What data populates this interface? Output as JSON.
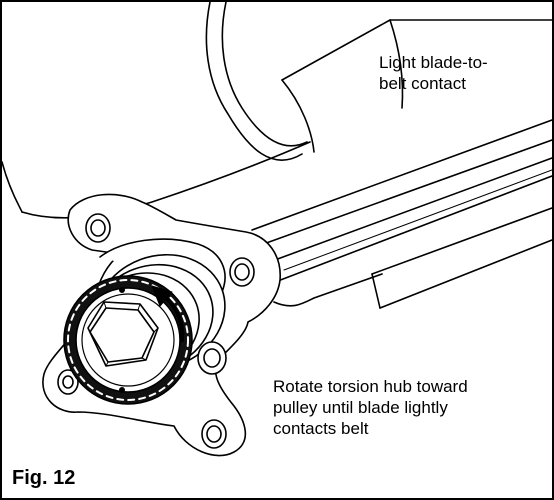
{
  "figure": {
    "label": "Fig. 12",
    "callouts": {
      "top": [
        "Light blade-to-",
        "belt contact"
      ],
      "bottom": [
        "Rotate torsion hub toward",
        "pulley until blade lightly",
        "contacts belt"
      ]
    }
  },
  "icons": [
    "rotation-arrow-icon",
    "hex-bolt-icon",
    "mounting-hole-icon"
  ],
  "colors": {
    "line": "#000000",
    "background": "#ffffff"
  }
}
